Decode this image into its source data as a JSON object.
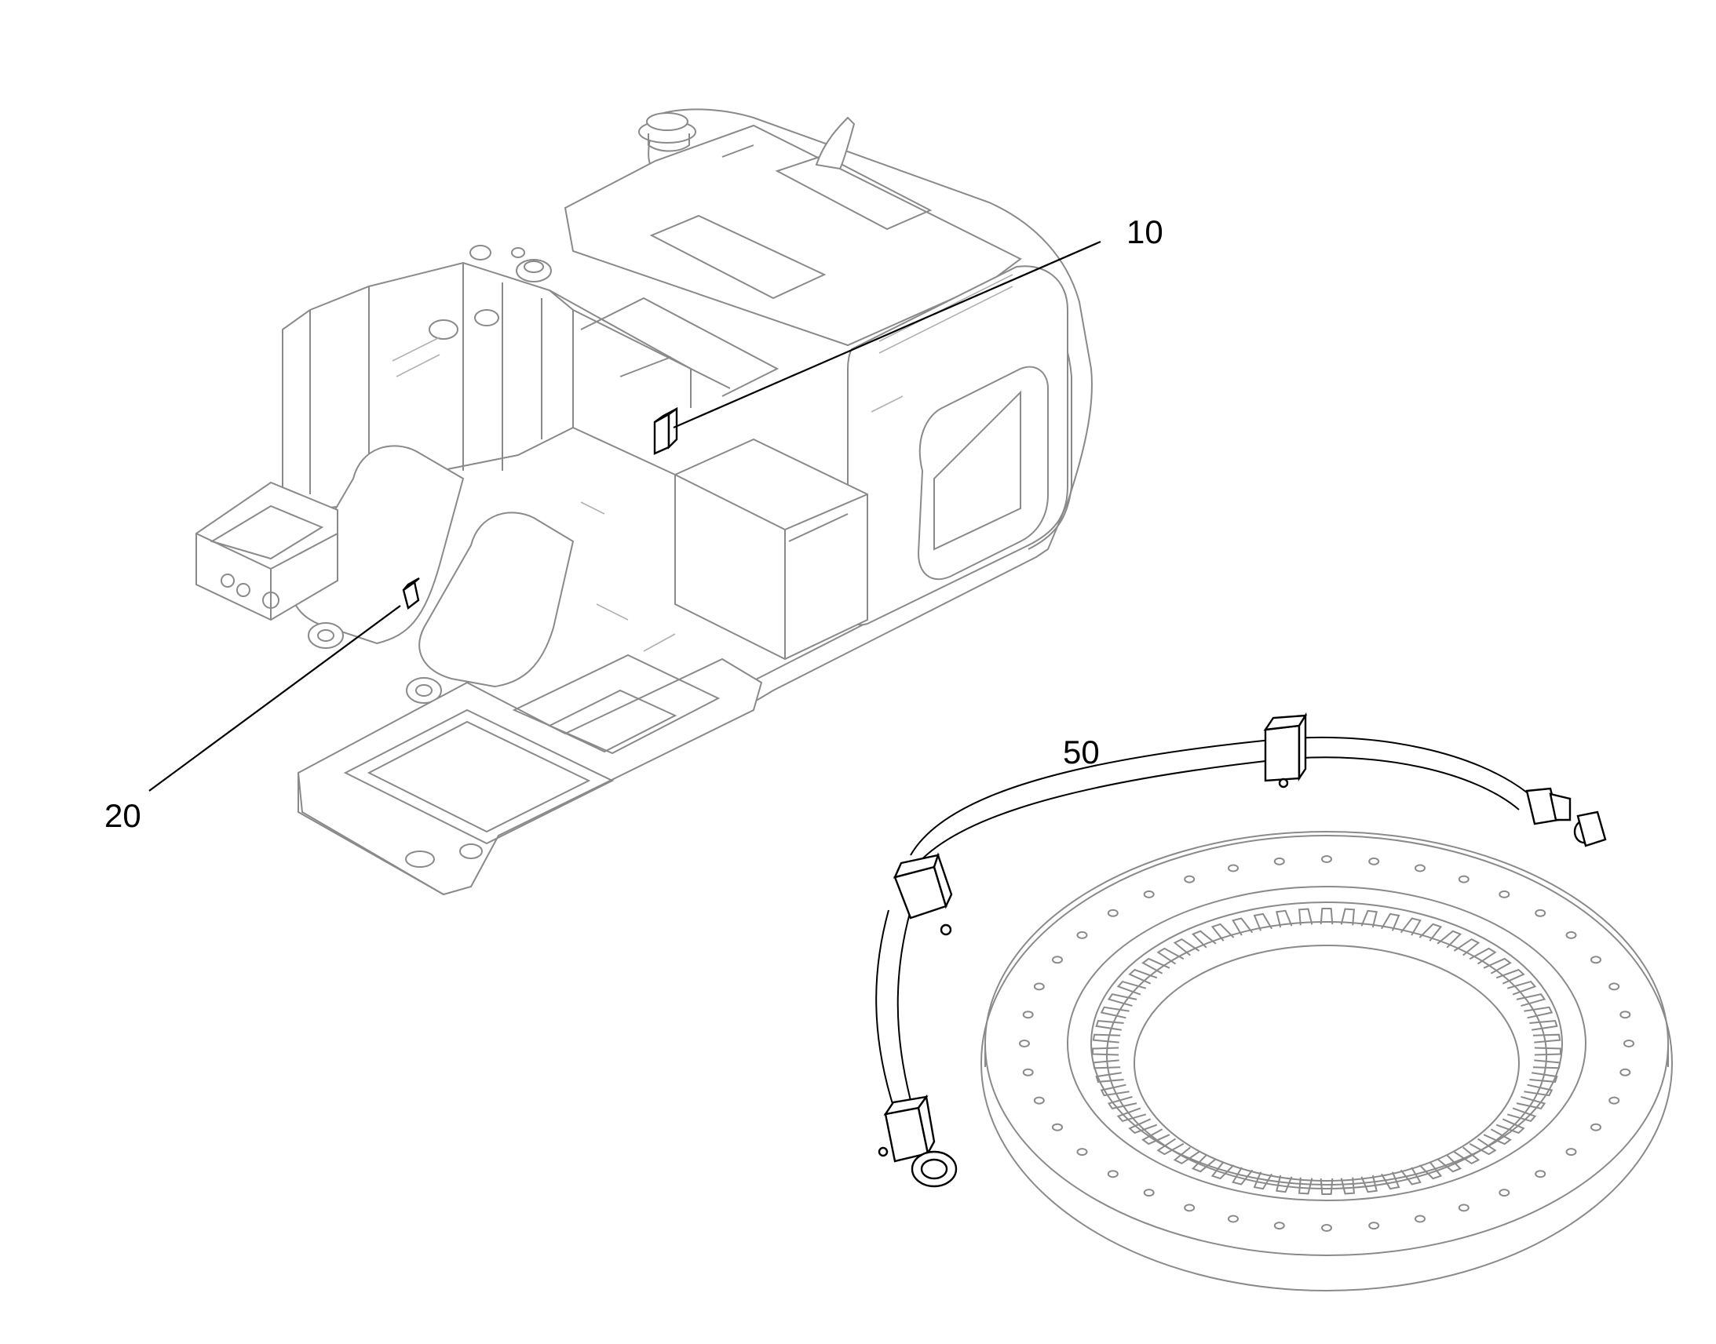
{
  "callouts": [
    {
      "id": "10",
      "label": "10"
    },
    {
      "id": "20",
      "label": "20"
    },
    {
      "id": "50",
      "label": "50"
    }
  ]
}
